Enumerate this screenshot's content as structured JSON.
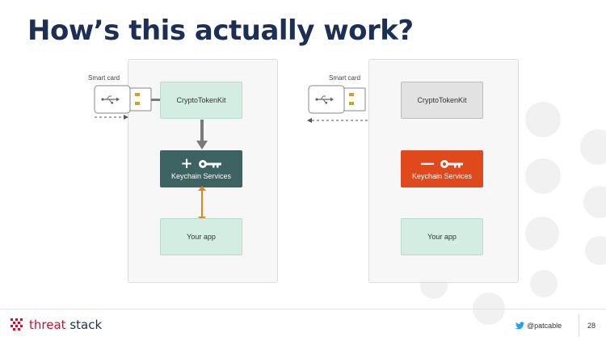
{
  "slide": {
    "title": "How’s this actually work?"
  },
  "left_diagram": {
    "smart_card_label": "Smart card",
    "crypto_box": "CryptoTokenKit",
    "keychain_box": "Keychain Services",
    "keychain_sign": "+",
    "app_box": "Your app"
  },
  "right_diagram": {
    "smart_card_label": "Smart card",
    "crypto_box": "CryptoTokenKit",
    "keychain_box": "Keychain Services",
    "keychain_sign": "—",
    "app_box": "Your app"
  },
  "footer": {
    "brand_part1": "threat",
    "brand_part2": "stack",
    "twitter_handle": "@patcable",
    "page_number": "28"
  },
  "icons": {
    "usb": "usb-icon",
    "key": "key-icon",
    "twitter": "twitter-icon",
    "logo": "threat-stack-logo-icon"
  },
  "colors": {
    "title": "#1b2f57",
    "green_box": "#d3ede3",
    "dark_box": "#3d6262",
    "orange_box": "#e0491b",
    "accent_arrow": "#e0861b",
    "brand_red": "#c8102e",
    "twitter_blue": "#1da1f2"
  }
}
